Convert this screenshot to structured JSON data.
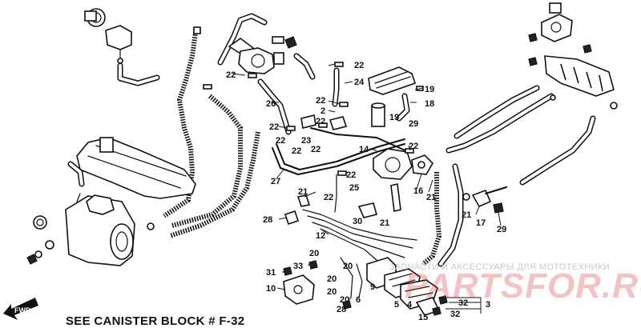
{
  "footer": {
    "note": "SEE CANISTER BLOCK # F-32"
  },
  "direction_marker": {
    "label": "FWD"
  },
  "watermark": {
    "tagline": "ЗАПЧАСТИ И АКСЕССУАРЫ ДЛЯ МОТОТЕХНИКИ",
    "logo_text": "PARTSFOR.RU",
    "logo_color": "#c82828"
  },
  "callouts": [
    {
      "label": "22"
    },
    {
      "label": "22"
    },
    {
      "label": "24"
    },
    {
      "label": "19"
    },
    {
      "label": "18"
    },
    {
      "label": "26"
    },
    {
      "label": "22"
    },
    {
      "label": "2"
    },
    {
      "label": "22"
    },
    {
      "label": "19"
    },
    {
      "label": "29"
    },
    {
      "label": "22"
    },
    {
      "label": "23"
    },
    {
      "label": "22"
    },
    {
      "label": "22"
    },
    {
      "label": "22"
    },
    {
      "label": "14"
    },
    {
      "label": "22"
    },
    {
      "label": "27"
    },
    {
      "label": "22"
    },
    {
      "label": "25"
    },
    {
      "label": "16"
    },
    {
      "label": "21"
    },
    {
      "label": "21"
    },
    {
      "label": "22"
    },
    {
      "label": "28"
    },
    {
      "label": "30"
    },
    {
      "label": "21"
    },
    {
      "label": "21"
    },
    {
      "label": "17"
    },
    {
      "label": "29"
    },
    {
      "label": "12"
    },
    {
      "label": "20"
    },
    {
      "label": "33"
    },
    {
      "label": "20"
    },
    {
      "label": "31"
    },
    {
      "label": "20"
    },
    {
      "label": "10"
    },
    {
      "label": "9"
    },
    {
      "label": "20"
    },
    {
      "label": "5"
    },
    {
      "label": "4"
    },
    {
      "label": "32"
    },
    {
      "label": "3"
    },
    {
      "label": "20"
    },
    {
      "label": "6"
    },
    {
      "label": "28"
    },
    {
      "label": "15"
    },
    {
      "label": "32"
    }
  ]
}
